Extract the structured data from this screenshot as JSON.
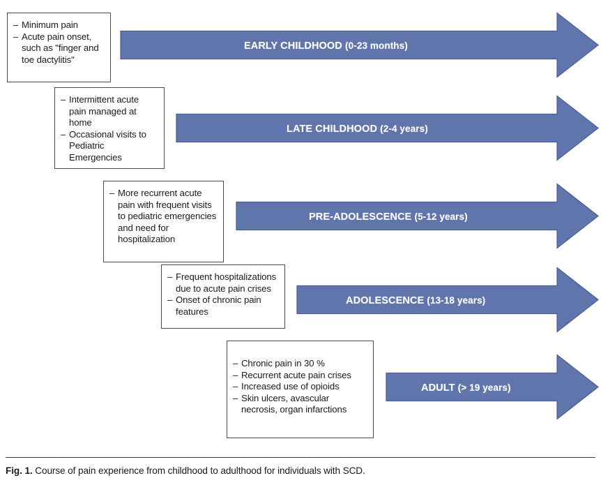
{
  "figure": {
    "caption_label": "Fig. 1.",
    "caption_text": "Course of pain experience from childhood to adulthood for individuals with SCD.",
    "arrow_color": "#6175ad",
    "arrow_border_color": "#4b5d94",
    "box_border_color": "#4a4a4a",
    "label_color": "#ffffff"
  },
  "stages": [
    {
      "arrow_label_main": "EARLY CHILDHOOD",
      "arrow_label_years": "(0-23 months)",
      "box_items": [
        "Minimum pain",
        "Acute pain onset, such as \"finger and toe dactylitis\""
      ]
    },
    {
      "arrow_label_main": "LATE CHILDHOOD",
      "arrow_label_years": "(2-4 years)",
      "box_items": [
        "Intermittent acute pain managed at home",
        "Occasional visits to Pediatric Emergencies"
      ]
    },
    {
      "arrow_label_main": "PRE-ADOLESCENCE",
      "arrow_label_years": "(5-12 years)",
      "box_items": [
        "More recurrent acute pain with frequent visits to pediatric emergencies and need for hospitalization"
      ]
    },
    {
      "arrow_label_main": "ADOLESCENCE",
      "arrow_label_years": "(13-18 years)",
      "box_items": [
        "Frequent hospitalizations due to acute pain crises",
        "Onset of chronic pain features"
      ]
    },
    {
      "arrow_label_main": "ADULT",
      "arrow_label_years": "(> 19 years)",
      "box_items": [
        "Chronic pain in 30 %",
        "Recurrent acute pain crises",
        "Increased use of opioids",
        "Skin ulcers, avascular necrosis, organ infarctions"
      ]
    }
  ]
}
